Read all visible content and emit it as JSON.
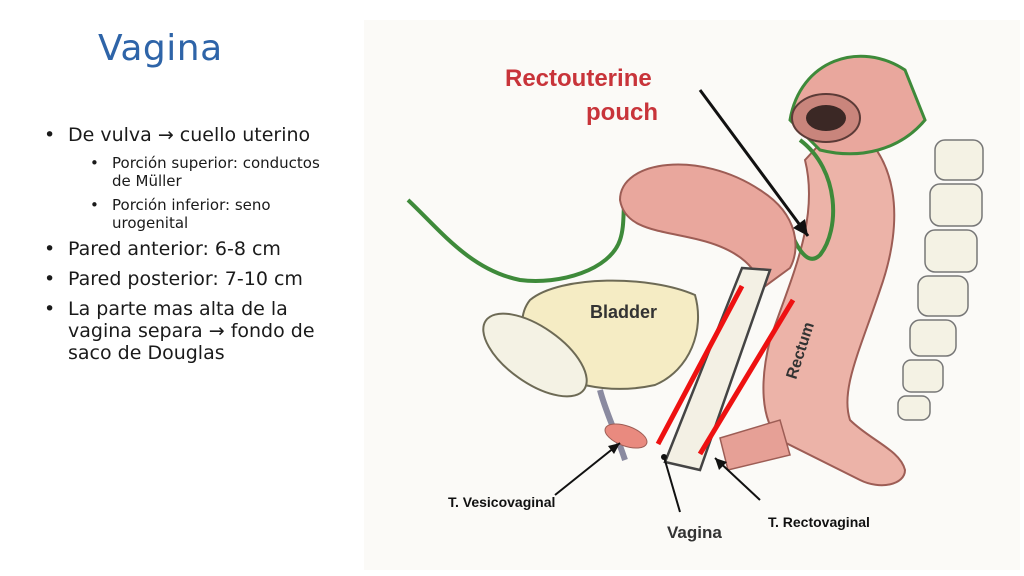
{
  "slide": {
    "title": "Vagina",
    "bullets": [
      "De vulva → cuello uterino",
      "Porción superior: conductos de Müller",
      "Porción inferior: seno urogenital",
      "Pared anterior: 6-8 cm",
      "Pared posterior: 7-10 cm",
      "La parte mas alta de la vagina separa → fondo de saco de Douglas"
    ]
  },
  "figure": {
    "rectouterine_line1": "Rectouterine",
    "rectouterine_line2": "pouch",
    "bladder": "Bladder",
    "rectum": "Rectum",
    "vagina": "Vagina",
    "t_vesicovaginal": "T. Vesicovaginal",
    "t_rectovaginal": "T. Rectovaginal",
    "colors": {
      "title": "#2e64a8",
      "label_red": "#c8343a",
      "peritoneum_green": "#3e8a3a",
      "tissue_pink": "#e9a79d",
      "septum_red": "#ee1111",
      "bladder_fill": "#f5ecc4"
    }
  }
}
